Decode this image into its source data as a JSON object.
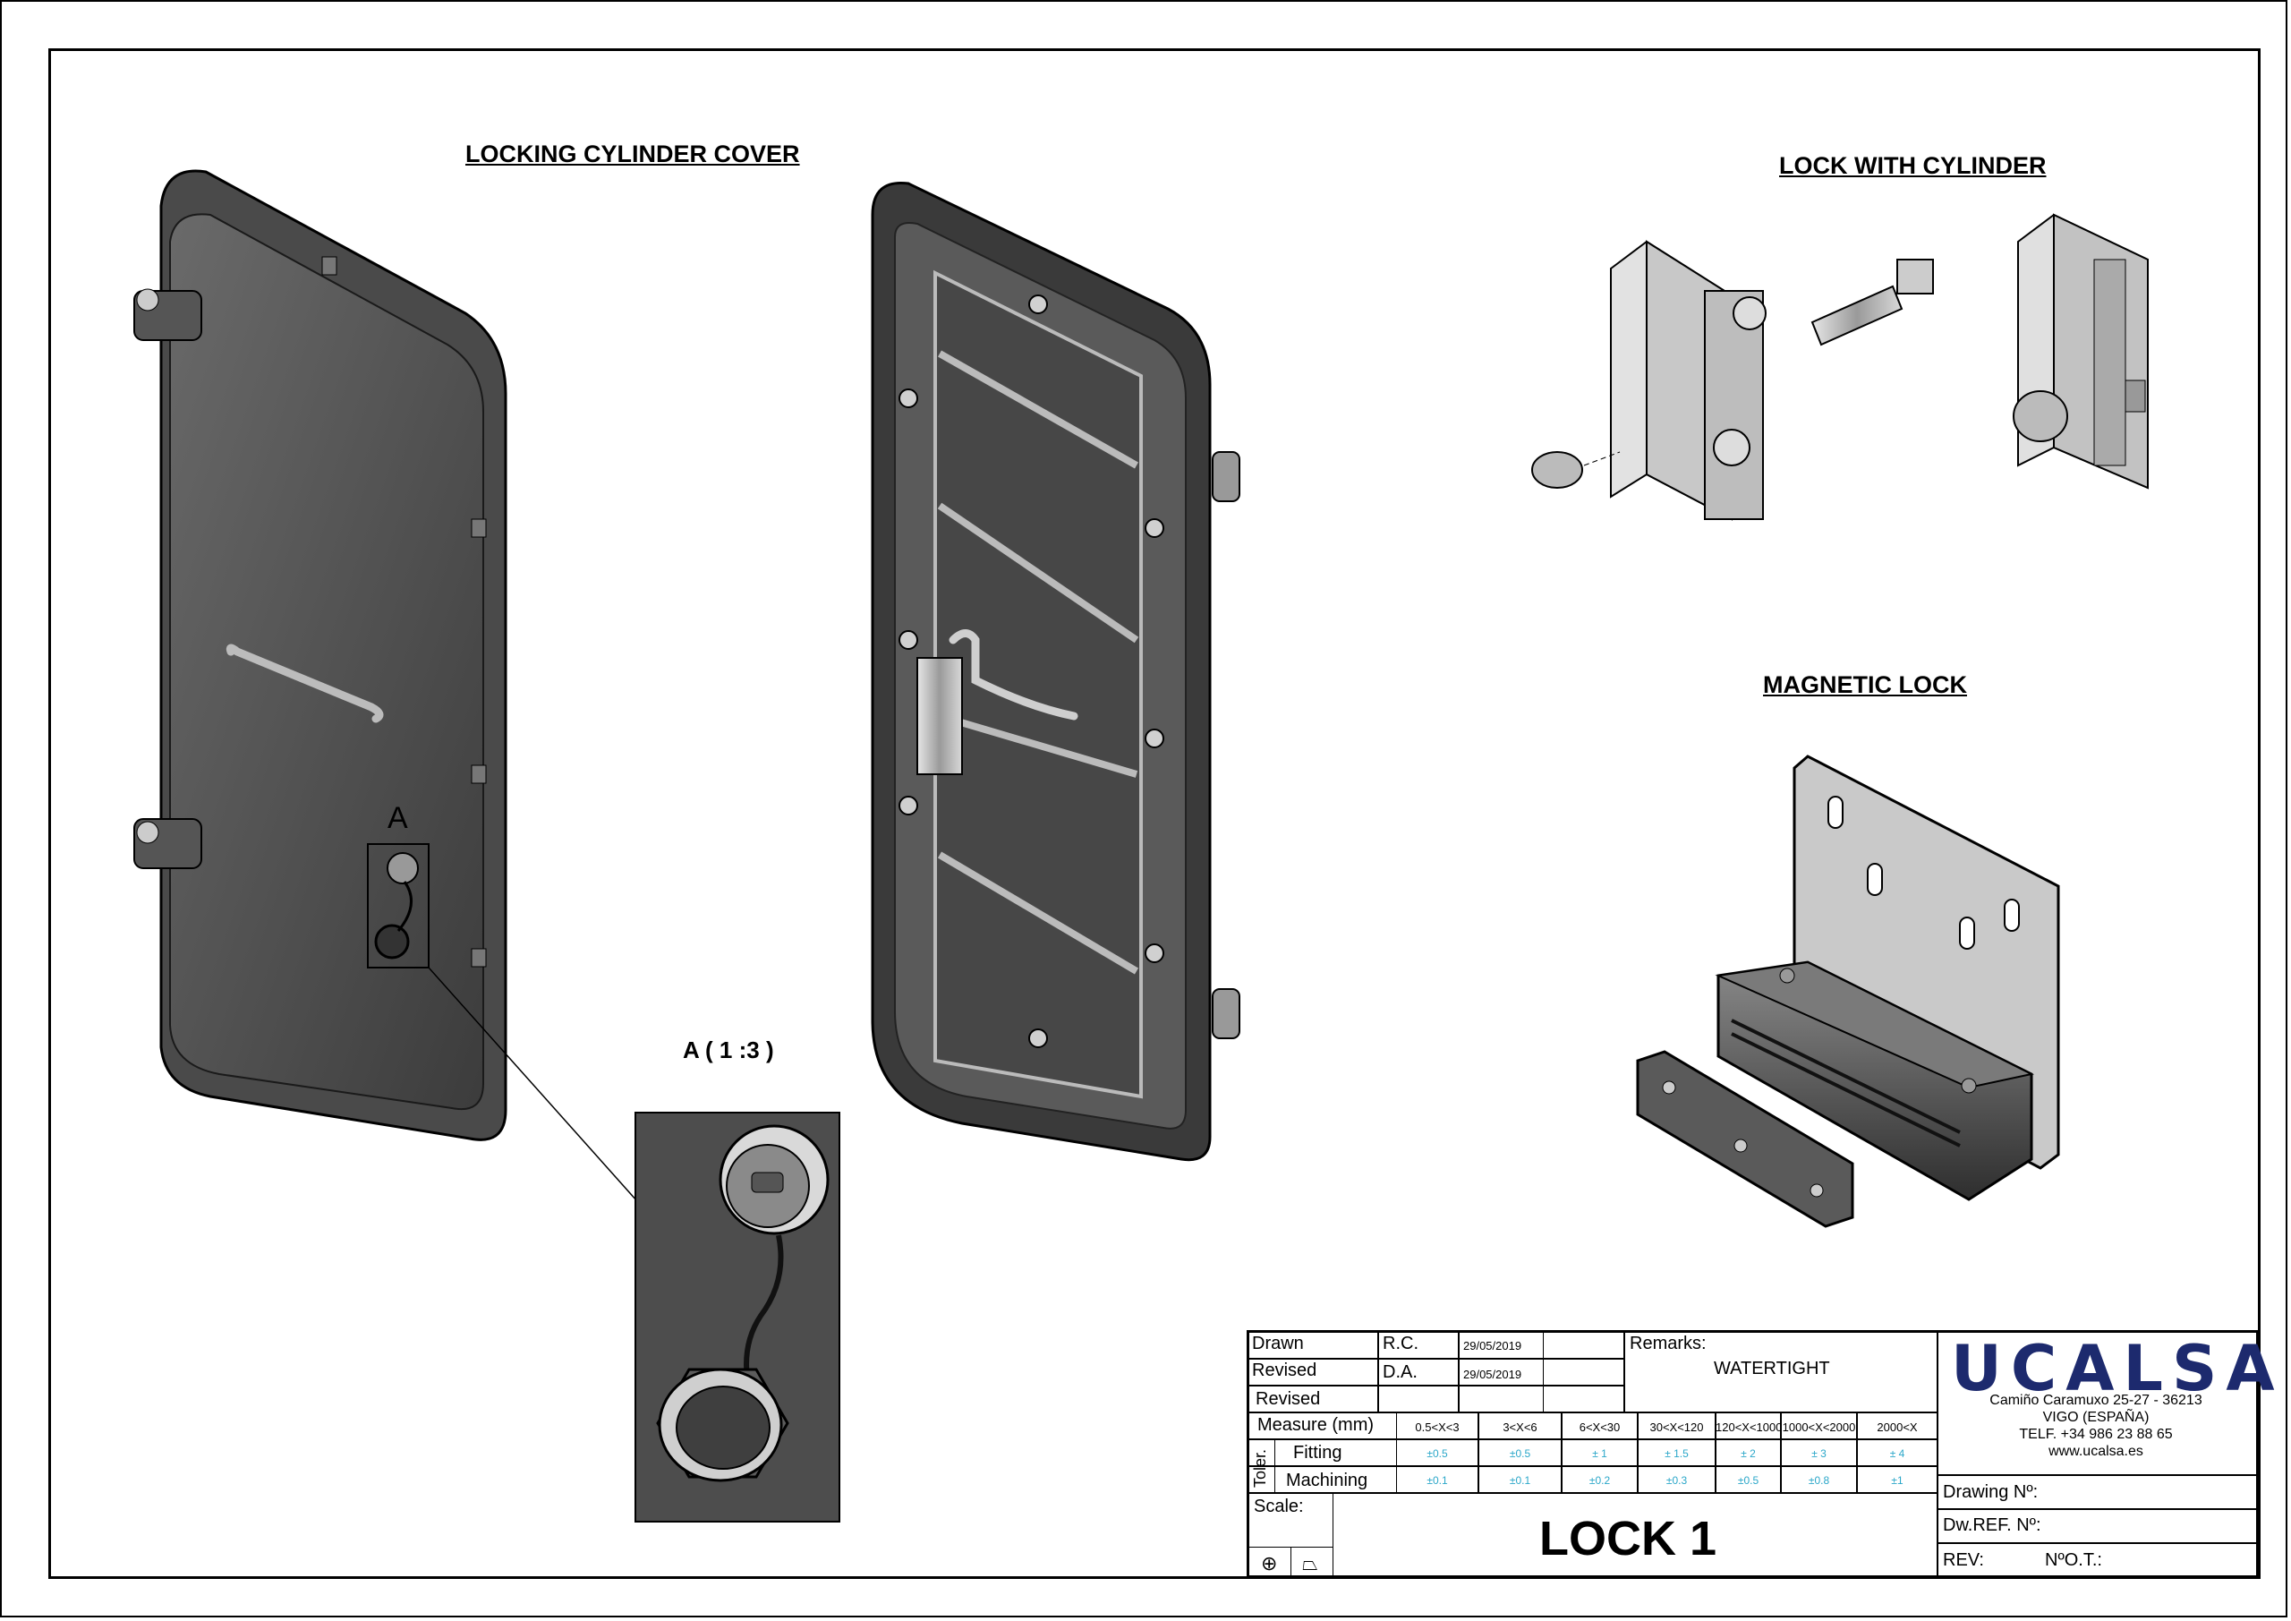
{
  "views": {
    "cover_title": "LOCKING CYLINDER COVER",
    "detail_letter": "A",
    "detail_scale": "A ( 1 :3 )",
    "lock_cylinder_title": "LOCK WITH CYLINDER",
    "magnetic_lock_title": "MAGNETIC LOCK"
  },
  "title_block": {
    "drawn_label": "Drawn",
    "drawn_by": "R.C.",
    "drawn_date": "29/05/2019",
    "revised1_label": "Revised",
    "revised1_by": "D.A.",
    "revised1_date": "29/05/2019",
    "revised2_label": "Revised",
    "remarks_label": "Remarks:",
    "remarks_value": "WATERTIGHT",
    "measure_label": "Measure (mm)",
    "ranges": [
      "0.5<X<3",
      "3<X<6",
      "6<X<30",
      "30<X<120",
      "120<X<1000",
      "1000<X<2000",
      "2000<X"
    ],
    "toler_label": "Toler.",
    "fitting_label": "Fitting",
    "fitting_values": [
      "±0.5",
      "±0.5",
      "± 1",
      "± 1.5",
      "± 2",
      "± 3",
      "± 4"
    ],
    "machining_label": "Machining",
    "machining_values": [
      "±0.1",
      "±0.1",
      "±0.2",
      "±0.3",
      "±0.5",
      "±0.8",
      "±1"
    ],
    "scale_label": "Scale:",
    "drawing_title": "LOCK 1",
    "drawing_no_label": "Drawing Nº:",
    "dwref_label": "Dw.REF. Nº:",
    "rev_label": "REV:",
    "ot_label": "NºO.T.:"
  },
  "company": {
    "logo_text": "UCALSA",
    "address_line1": "Camiño Caramuxo 25-27 - 36213",
    "address_line2": "VIGO (ESPAÑA)",
    "phone": "TELF. +34 986 23 88 65",
    "website": "www.ucalsa.es"
  }
}
